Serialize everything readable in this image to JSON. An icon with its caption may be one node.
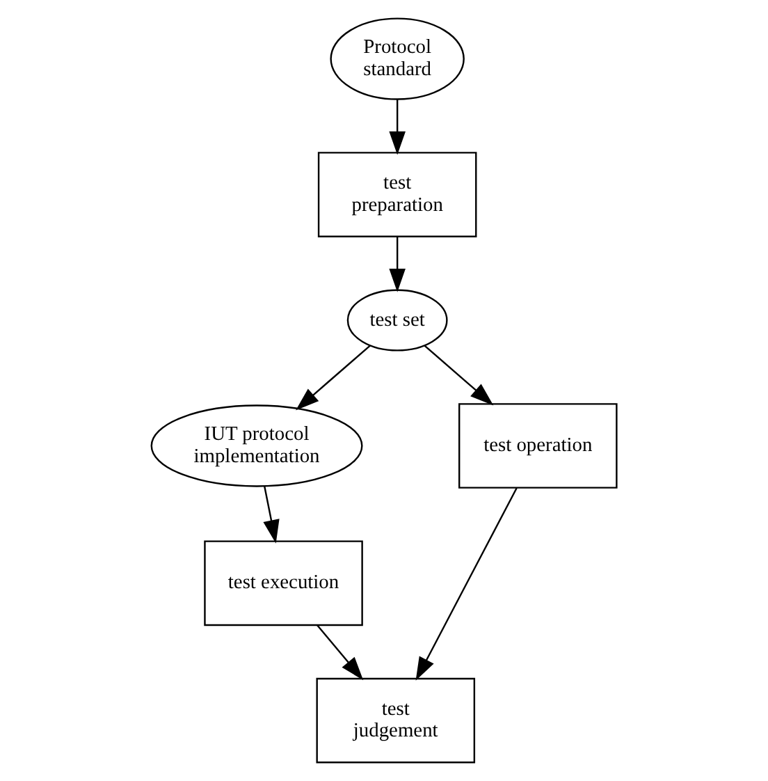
{
  "diagram": {
    "nodes": [
      {
        "text": [
          "Protocol standard"
        ]
      },
      {
        "text": [
          "test preparation"
        ]
      },
      {
        "text": [
          "test set"
        ]
      },
      {
        "text": [
          "IUT protocol implementation"
        ]
      },
      {
        "text": [
          "test operation"
        ]
      },
      {
        "text": [
          "test execution"
        ]
      },
      {
        "text": [
          "test judgement"
        ]
      }
    ],
    "edges": [
      {
        "from": 0,
        "to": 1,
        "arrow": "to"
      },
      {
        "from": 1,
        "to": 2,
        "arrow": "to"
      },
      {
        "from": 2,
        "to": 3,
        "arrow": "to"
      },
      {
        "from": 2,
        "to": 4,
        "arrow": "to"
      },
      {
        "from": 3,
        "to": 5,
        "arrow": "to"
      },
      {
        "from": 5,
        "to": 6,
        "arrow": "to"
      },
      {
        "from": 4,
        "to": 6,
        "arrow": "to"
      }
    ]
  }
}
